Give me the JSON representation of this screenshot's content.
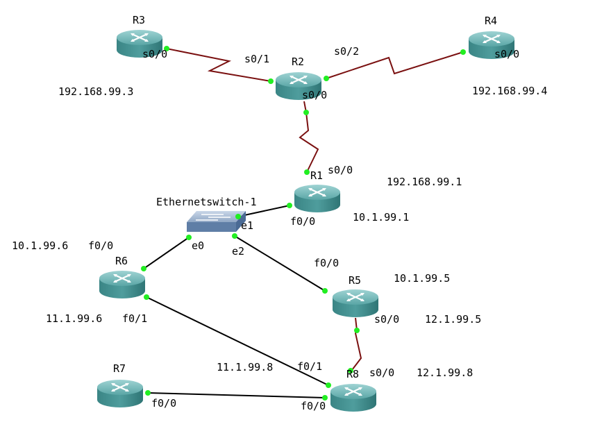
{
  "routers": [
    {
      "id": "R3",
      "name": "R3"
    },
    {
      "id": "R4",
      "name": "R4"
    },
    {
      "id": "R2",
      "name": "R2"
    },
    {
      "id": "R1",
      "name": "R1"
    },
    {
      "id": "R6",
      "name": "R6"
    },
    {
      "id": "R5",
      "name": "R5"
    },
    {
      "id": "R7",
      "name": "R7"
    },
    {
      "id": "R8",
      "name": "R8"
    }
  ],
  "switch": {
    "name": "Ethernetswitch-1"
  },
  "interfaces": {
    "r3_s00": "s0/0",
    "r2_s01": "s0/1",
    "r2_s02": "s0/2",
    "r4_s00": "s0/0",
    "r2_s00": "s0/0",
    "r1_s00": "s0/0",
    "r1_f00": "f0/0",
    "sw_e1": "e1",
    "sw_e0": "e0",
    "sw_e2": "e2",
    "r6_f00": "f0/0",
    "r6_f01": "f0/1",
    "r5_f00": "f0/0",
    "r5_s00": "s0/0",
    "r8_s00": "s0/0",
    "r8_f01": "f0/1",
    "r8_f00": "f0/0",
    "r7_f00": "f0/0"
  },
  "addresses": {
    "r3": "192.168.99.3",
    "r4": "192.168.99.4",
    "r1_serial": "192.168.99.1",
    "r1_eth": "10.1.99.1",
    "r6_eth": "10.1.99.6",
    "r6_f01": "11.1.99.6",
    "r5_eth": "10.1.99.5",
    "r5_serial": "12.1.99.5",
    "r8_f01": "11.1.99.8",
    "r8_serial": "12.1.99.8"
  },
  "colors": {
    "serial_link": "#7a1010",
    "ethernet_link": "#000000",
    "port_dot": "#22ee22",
    "router_top": "#6fb7b7",
    "router_body": "#3d8a8a"
  }
}
